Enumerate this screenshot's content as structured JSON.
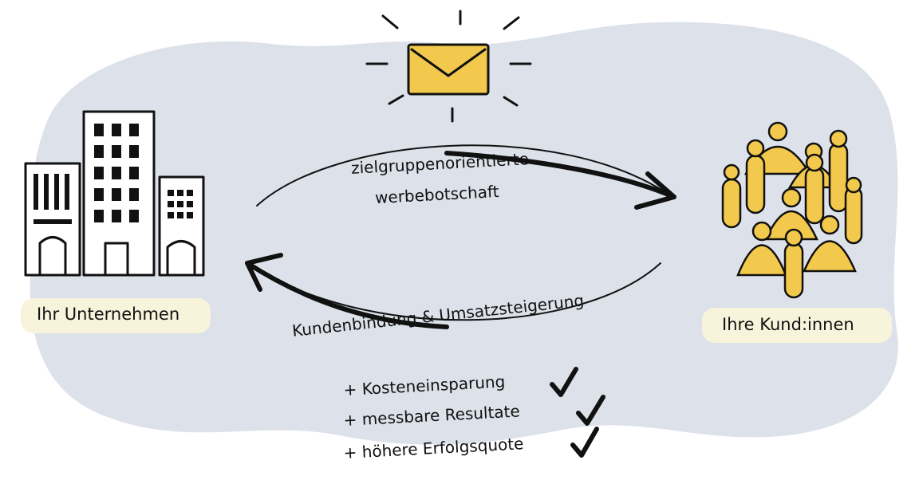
{
  "diagram": {
    "company_label": "Ihr Unternehmen",
    "customers_label": "Ihre Kund:innen",
    "top_arrow_label_line1": "zielgruppenorientierte",
    "top_arrow_label_line2": "werbebotschaft",
    "bottom_arrow_label": "Kundenbindung & Umsatzsteigerung",
    "benefits": [
      "+ Kosteneinsparung",
      "+ messbare Resultate",
      "+ höhere Erfolgsquote"
    ]
  },
  "colors": {
    "background_blob": "#dde2ea",
    "accent_yellow": "#f2c94c",
    "label_pill": "#f8f4dc",
    "ink": "#111111"
  },
  "icons": [
    "envelope-icon",
    "office-buildings-icon",
    "people-crowd-icon",
    "checkmark-icon"
  ]
}
